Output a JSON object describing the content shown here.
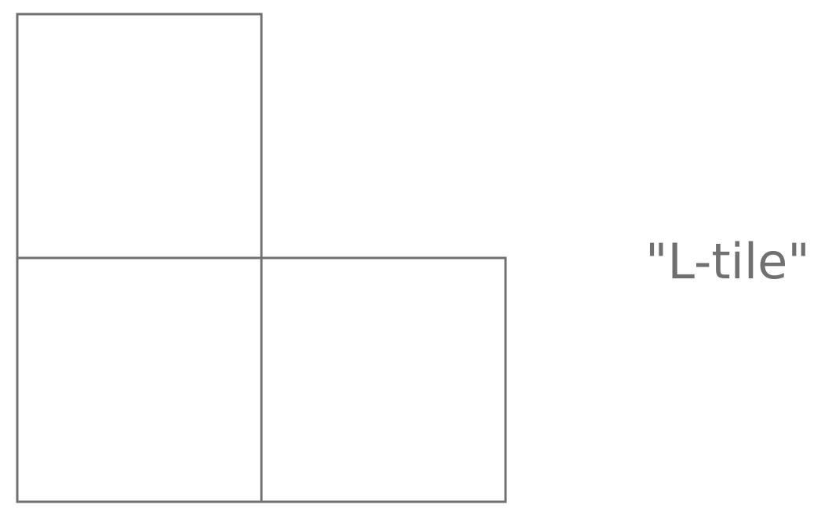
{
  "label": "\"L-tile\"",
  "stroke_color": "#707070",
  "text_color": "#707070",
  "cells": [
    {
      "row": 0,
      "col": 0
    },
    {
      "row": 1,
      "col": 0
    },
    {
      "row": 1,
      "col": 1
    }
  ]
}
